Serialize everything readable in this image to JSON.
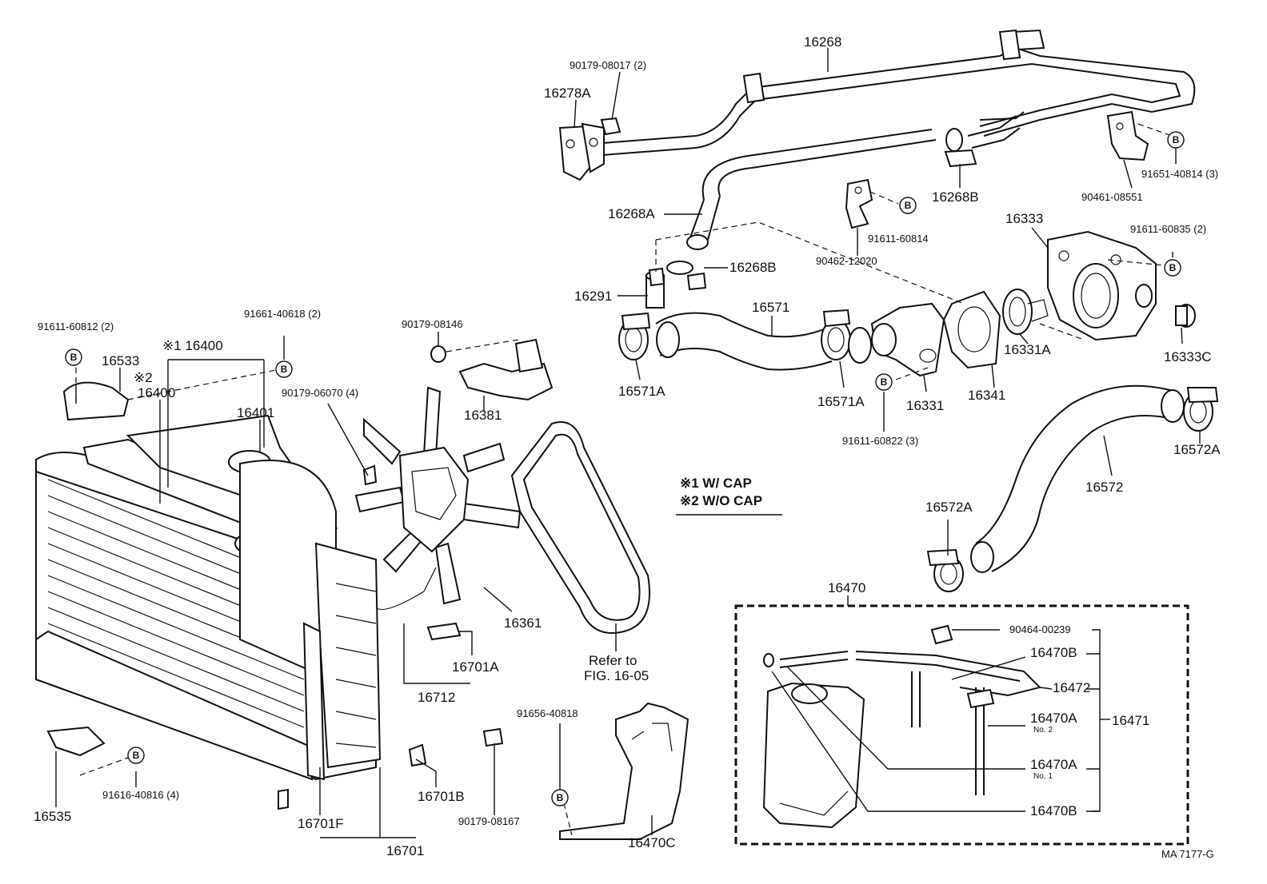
{
  "labels": {
    "p16268": "16268",
    "p90179_08017": "90179-08017 (2)",
    "p16278A": "16278A",
    "p16268A": "16268A",
    "p16268B_top": "16268B",
    "p16268B_mid": "16268B",
    "p91611_60814": "91611-60814",
    "p90462_12020": "90462-12020",
    "p90461_08551": "90461-08551",
    "p91651_40814": "91651-40814 (3)",
    "p16333": "16333",
    "p91611_60835": "91611-60835 (2)",
    "p16333C": "16333C",
    "p16291": "16291",
    "p16571": "16571",
    "p16571A_left": "16571A",
    "p16571A_right": "16571A",
    "p16331": "16331",
    "p16341": "16341",
    "p16331A": "16331A",
    "p91611_60822": "91611-60822 (3)",
    "p16572A_right": "16572A",
    "p16572": "16572",
    "p16572A_left": "16572A",
    "p91611_60812": "91611-60812 (2)",
    "p16533": "16533",
    "mark1_16400": "※1 16400",
    "mark2": "※2",
    "p16400": "16400",
    "p91661_40618": "91661-40618 (2)",
    "p16401": "16401",
    "p90179_06070": "90179-06070 (4)",
    "p90179_08146": "90179-08146",
    "p16381": "16381",
    "p16361": "16361",
    "p16701A": "16701A",
    "p16712": "16712",
    "refer_to": "Refer to",
    "fig_ref": "FIG. 16-05",
    "p16535": "16535",
    "p91616_40816": "91616-40816 (4)",
    "p16701F": "16701F",
    "p16701B": "16701B",
    "p16701": "16701",
    "p90179_08167": "90179-08167",
    "p91656_40818": "91656-40818",
    "p16470C": "16470C",
    "p16470": "16470",
    "p90464_00239": "90464-00239",
    "p16470B_top": "16470B",
    "p16472": "16472",
    "p16470A_no2": "16470A",
    "no2": "No. 2",
    "p16471": "16471",
    "p16470A_no1": "16470A",
    "no1": "No. 1",
    "p16470B_bot": "16470B",
    "legend_w_cap": "※1 W/ CAP",
    "legend_wo_cap": "※2 W/O CAP",
    "drawing_code": "MA 7177-G",
    "bolt_symbol": "B"
  }
}
